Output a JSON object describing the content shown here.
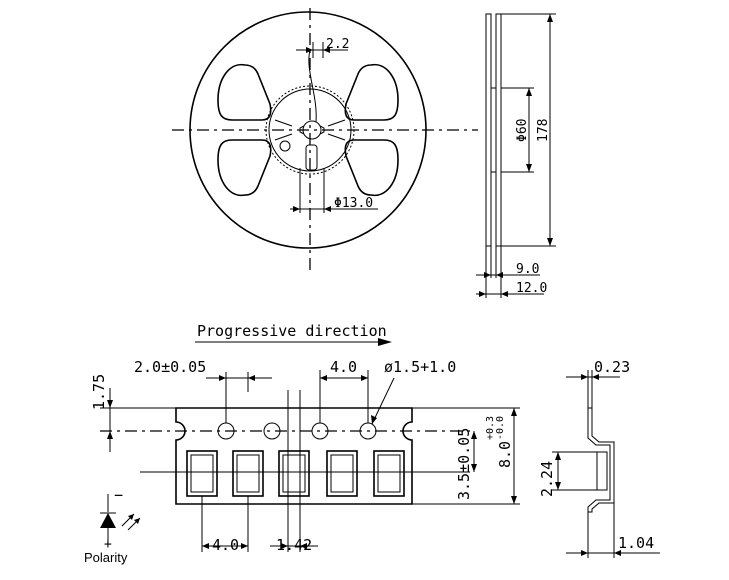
{
  "reel": {
    "dim_hub_width": "2.2",
    "dim_hub_diameter": "Φ13.0",
    "dim_inner_diameter": "Φ60",
    "dim_outer_diameter": "178",
    "dim_width_inner": "9.0",
    "dim_width_outer": "12.0"
  },
  "tape": {
    "direction_label": "Progressive direction",
    "dim_hole_offset": "2.0±0.05",
    "dim_hole_pitch": "4.0",
    "dim_hole_diameter": "ø1.5+1.0",
    "dim_edge": "1.75",
    "dim_center": "3.5±0.05",
    "dim_width_value": "8.0",
    "dim_width_tol_plus": "+0.3",
    "dim_width_tol_minus": "-0.0",
    "dim_part_pitch": "4.0",
    "dim_part_width": "1.42"
  },
  "profile": {
    "dim_thickness": "0.23",
    "dim_cavity": "2.24",
    "dim_depth": "1.04"
  },
  "polarity": {
    "minus": "−",
    "plus": "+",
    "label": "Polarity"
  }
}
